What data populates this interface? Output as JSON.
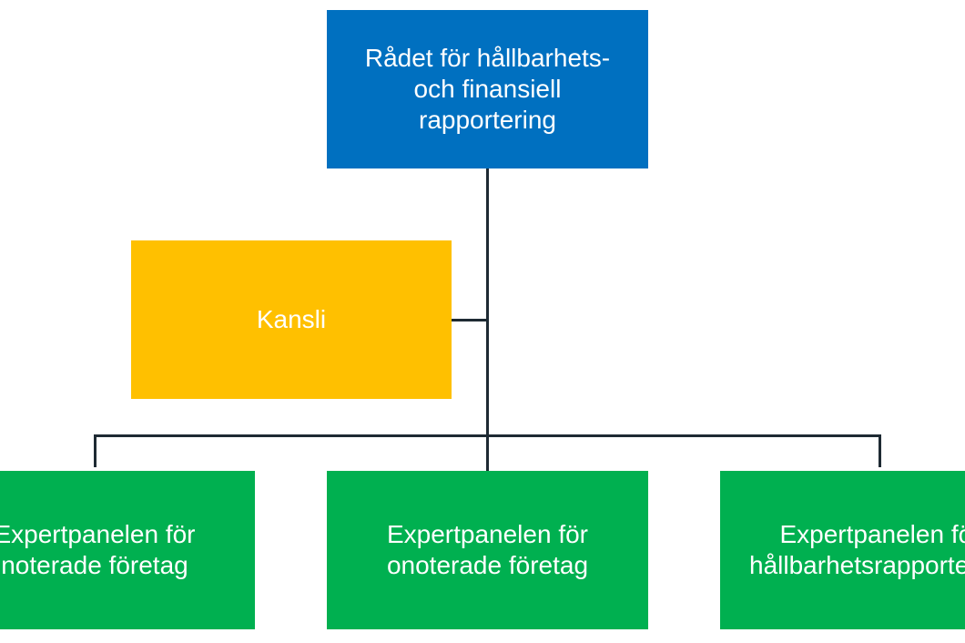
{
  "colors": {
    "top_box": "#0070c0",
    "kansli_box": "#ffc000",
    "panel_box": "#00b050",
    "connector": "#1e2a33",
    "text": "#ffffff"
  },
  "org_chart": {
    "top": {
      "label": "Rådet för hållbarhets-\noch finansiell\nrapportering"
    },
    "kansli": {
      "label": "Kansli"
    },
    "panels": [
      {
        "label": "Expertpanelen för\nnoterade företag"
      },
      {
        "label": "Expertpanelen för\nonoterade företag"
      },
      {
        "label": "Expertpanelen för\nhållbarhetsrapportering"
      }
    ]
  }
}
